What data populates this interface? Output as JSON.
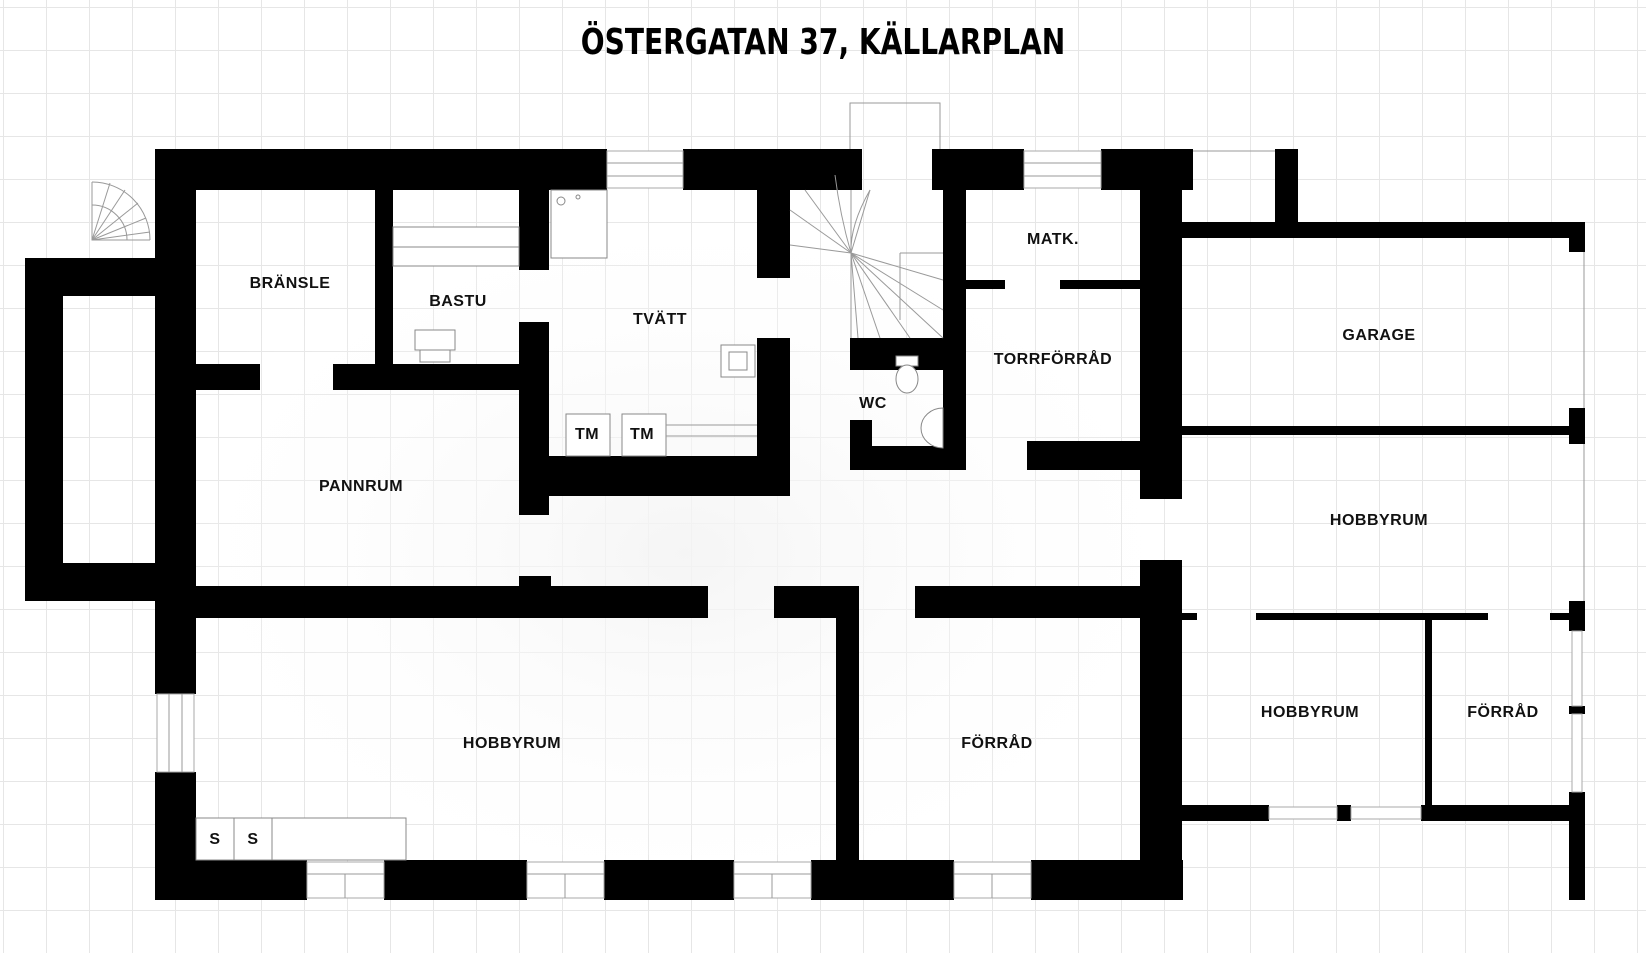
{
  "title": "ÖSTERGATAN 37, KÄLLARPLAN",
  "rooms": {
    "bransle": "BRÄNSLE",
    "bastu": "BASTU",
    "tvatt": "TVÄTT",
    "matk": "MATK.",
    "garage": "GARAGE",
    "torrforrad": "TORRFÖRRÅD",
    "wc": "WC",
    "pannrum": "PANNRUM",
    "hobbyrum_right": "HOBBYRUM",
    "hobbyrum_main": "HOBBYRUM",
    "forrad_mid": "FÖRRÅD",
    "hobbyrum_small": "HOBBYRUM",
    "forrad_small": "FÖRRÅD"
  },
  "fixtures": {
    "tm1": "TM",
    "tm2": "TM",
    "s1": "S",
    "s2": "S"
  },
  "colors": {
    "wall": "#000000",
    "grid": "#e6e6e6",
    "background": "#ffffff"
  }
}
